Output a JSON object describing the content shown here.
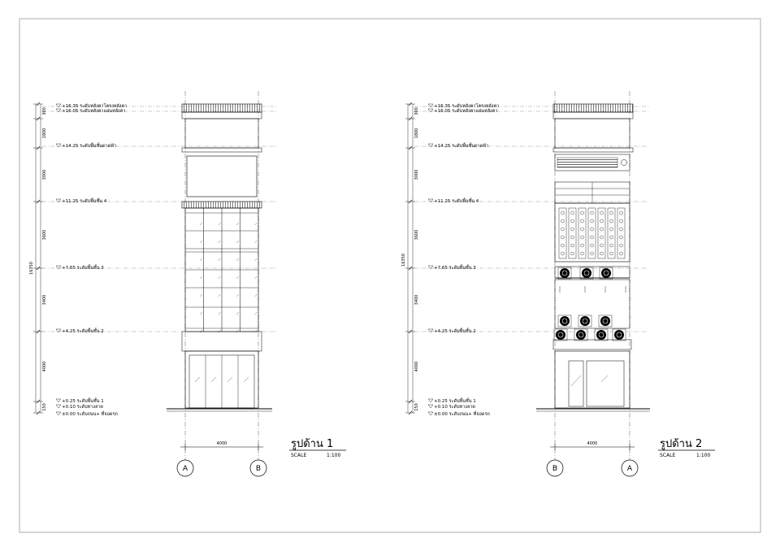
{
  "levels": [
    {
      "value": "+16.35",
      "label": "ระดับหลังคาโครงหลังคา"
    },
    {
      "value": "+16.05",
      "label": "ระดับหลังคาแผ่นหลังคา"
    },
    {
      "value": "+14.25",
      "label": "ระดับพื้นชั้นดาดฟ้า"
    },
    {
      "value": "+11.25",
      "label": "ระดับพื้นชั้น 4"
    },
    {
      "value": "+7.65",
      "label": "ระดับพื้นชั้น 3"
    },
    {
      "value": "+4.25",
      "label": "ระดับพื้นชั้น 2"
    },
    {
      "value": "+0.25",
      "label": "ระดับพื้นชั้น 1"
    },
    {
      "value": "+0.10",
      "label": "ระดับทางลาด"
    },
    {
      "value": "±0.00",
      "label": "ระดับถนน+ ที่จอดรถ"
    }
  ],
  "vertical_dims": [
    "300",
    "1800",
    "3000",
    "3600",
    "3400",
    "4000",
    "150"
  ],
  "total_height": "16350",
  "width_dim": "4000",
  "elevation1": {
    "title": "รูปด้าน 1",
    "scale_label": "SCALE",
    "scale_value": "1:100",
    "grid_left": "A",
    "grid_right": "B"
  },
  "elevation2": {
    "title": "รูปด้าน 2",
    "scale_label": "SCALE",
    "scale_value": "1:100",
    "grid_left": "B",
    "grid_right": "A"
  }
}
